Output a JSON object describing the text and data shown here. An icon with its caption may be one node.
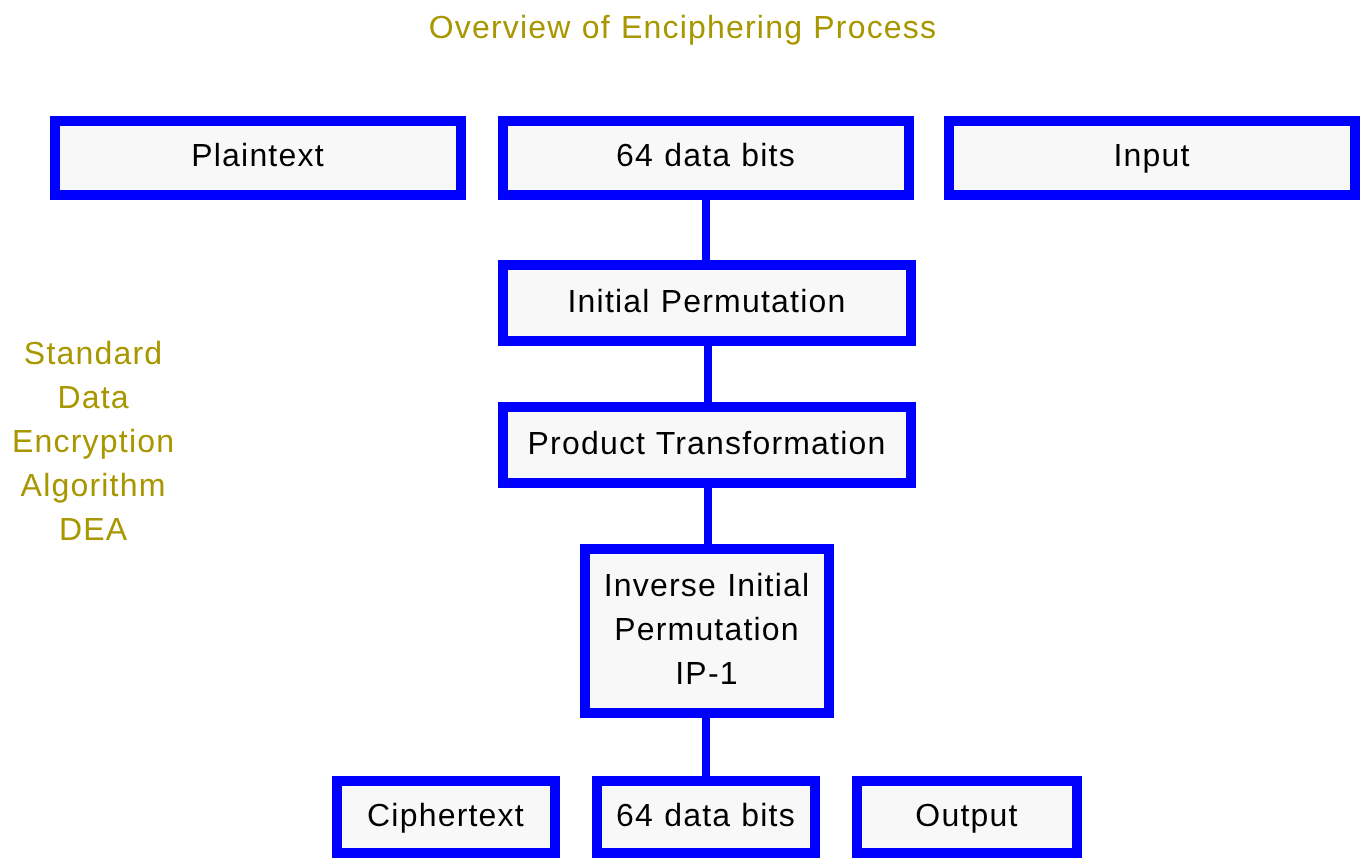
{
  "diagram": {
    "title": "Overview of Enciphering Process",
    "nodes": [
      {
        "text": [
          "Plaintext"
        ]
      },
      {
        "text": [
          "64 data bits"
        ]
      },
      {
        "text": [
          "Input"
        ]
      },
      {
        "text": [
          "Initial Permutation"
        ]
      },
      {
        "text": [
          "Product Transformation"
        ]
      },
      {
        "text": [
          "Inverse Initial Permutation IP-1"
        ]
      },
      {
        "text": [
          "Ciphertext"
        ]
      },
      {
        "text": [
          "64 data bits"
        ]
      },
      {
        "text": [
          "Output"
        ]
      }
    ],
    "edges": [
      {
        "from": 1,
        "to": 3,
        "arrow": "none"
      },
      {
        "from": 3,
        "to": 4,
        "arrow": "none"
      },
      {
        "from": 4,
        "to": 5,
        "arrow": "none"
      },
      {
        "from": 5,
        "to": 7,
        "arrow": "none"
      }
    ],
    "labels": [
      "Standard Data Encryption Algorithm DEA"
    ]
  }
}
